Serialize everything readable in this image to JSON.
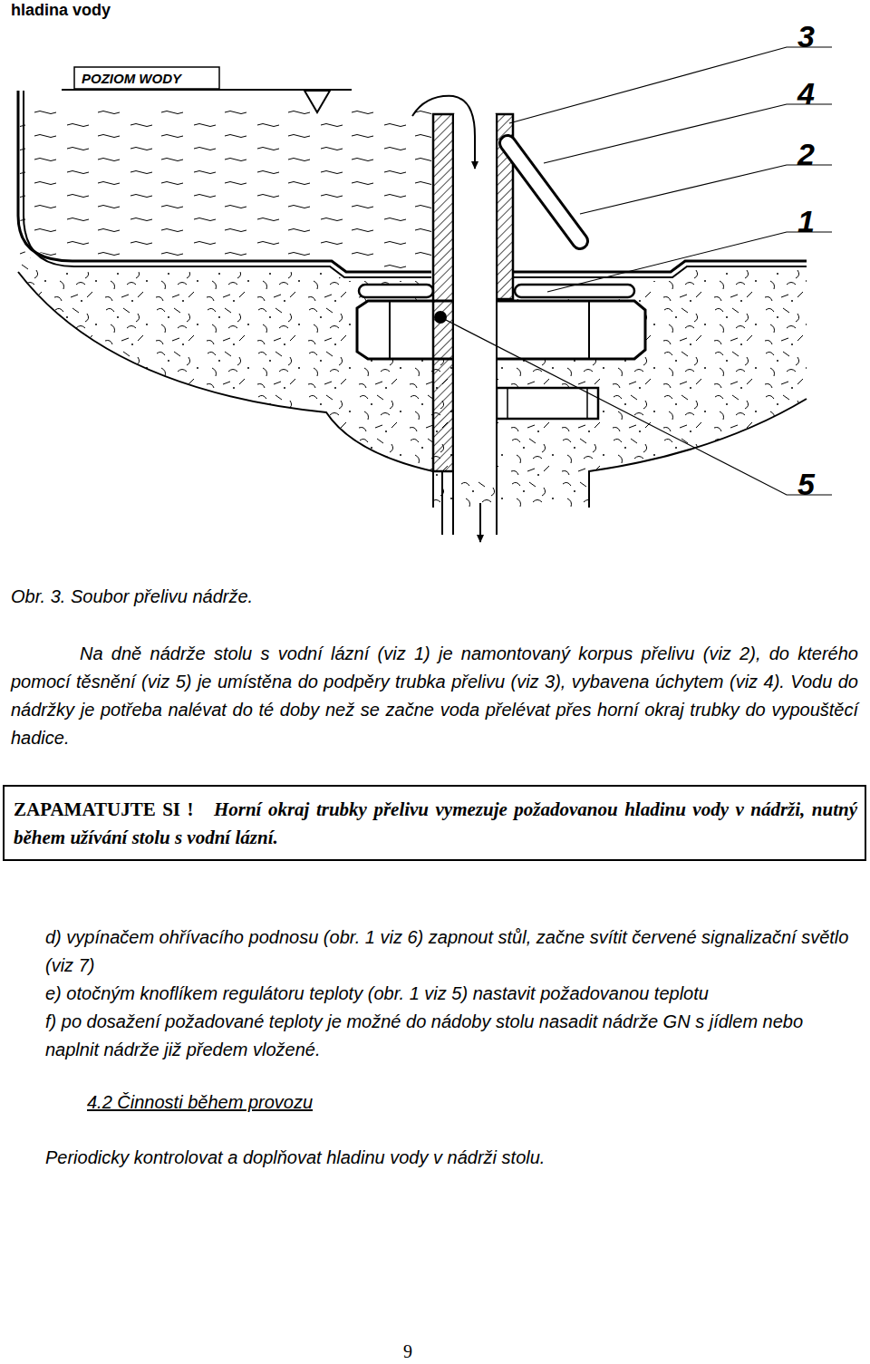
{
  "diagram": {
    "caption": "Obr. 3. Soubor přelivu nádrže.",
    "nodes": [
      {
        "text": [
          "ZAPAMATUJTE SI !",
          "Horní okraj trubky přelivu vymezuje požadovanou hladinu vody v nádrži, nutný během užívání stolu s vodní lázní."
        ]
      }
    ],
    "labels": [
      "hladina vody",
      "POZIOM WODY",
      "3",
      "4",
      "2",
      "1",
      "5",
      "Na dně nádrže stolu s vodní lázní (viz 1) je namontovaný korpus přelivu (viz 2), do kterého pomocí těsnění (viz 5) je umístěna do podpěry trubka přelivu (viz 3), vybavena úchytem (viz 4). Vodu do nádržky je potřeba nalévat do té doby než se začne voda přelévat přes horní okraj trubky do vypouštěcí hadice.",
      "d) vypínačem ohřívacího podnosu (obr. 1 viz 6) zapnout stůl, začne svítit červené signalizační světlo (viz 7)",
      "e) otočným knoflíkem regulátoru teploty (obr. 1 viz 5) nastavit požadovanou teplotu",
      "f) po dosažení požadované teploty je možné do nádoby stolu nasadit nádrže GN s jídlem nebo naplnit nádrže již předem vložené.",
      "4.2 Činnosti během provozu",
      "Periodicky kontrolovat a doplňovat hladinu vody v nádrži stolu.",
      "9"
    ]
  }
}
